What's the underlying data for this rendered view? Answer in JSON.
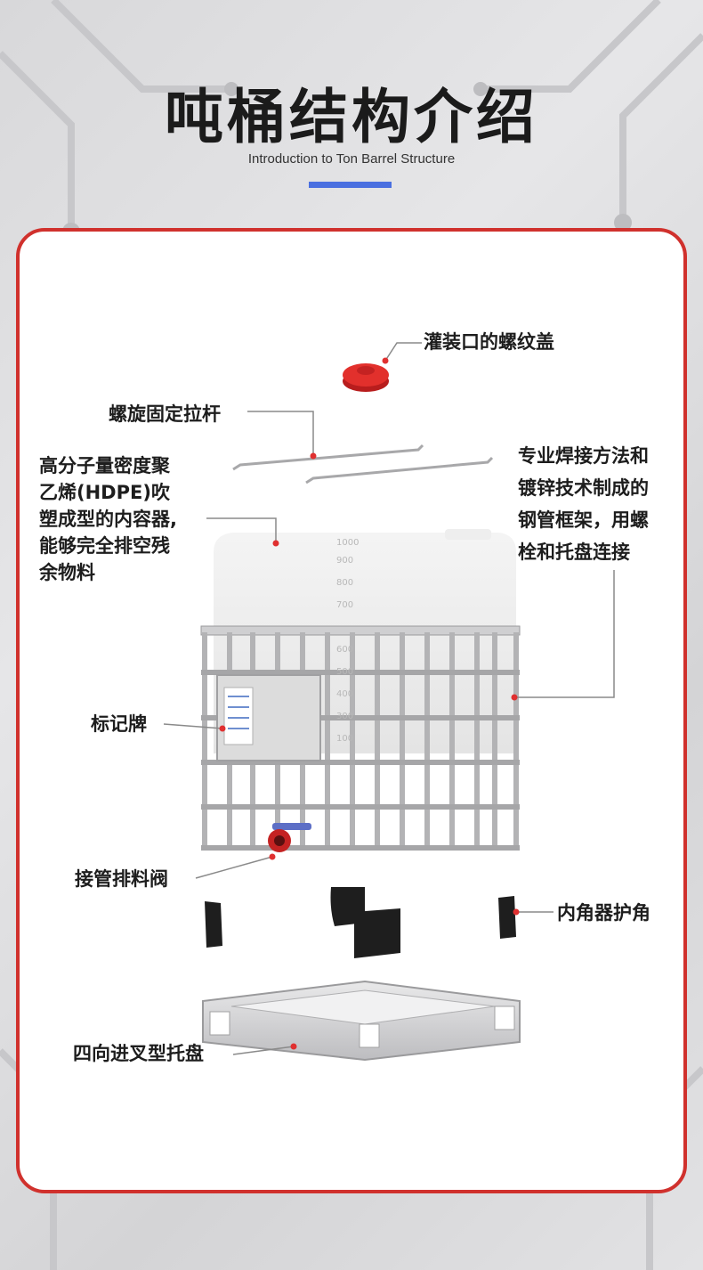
{
  "header": {
    "title": "吨桶结构介绍",
    "subtitle": "Introduction to Ton Barrel Structure"
  },
  "colors": {
    "accent_blue": "#4a6fe0",
    "frame_red": "#d0312d",
    "dot_red": "#e03030"
  },
  "labels": {
    "cap": "灌装口的螺纹盖",
    "rod": "螺旋固定拉杆",
    "hdpe": [
      "高分子量密度聚",
      "乙烯(HDPE)吹",
      "塑成型的内容器,",
      "能够完全排空残",
      "余物料"
    ],
    "frame": [
      "专业焊接方法和",
      "镀锌技术制成的",
      "钢管框架，用螺",
      "栓和托盘连接"
    ],
    "nameplate": "标记牌",
    "valve": "接管排料阀",
    "corner": "内角器护角",
    "pallet": "四向进叉型托盘"
  },
  "tank_marks": [
    "1000",
    "900",
    "800",
    "700",
    "600",
    "500",
    "400",
    "300",
    "100"
  ]
}
